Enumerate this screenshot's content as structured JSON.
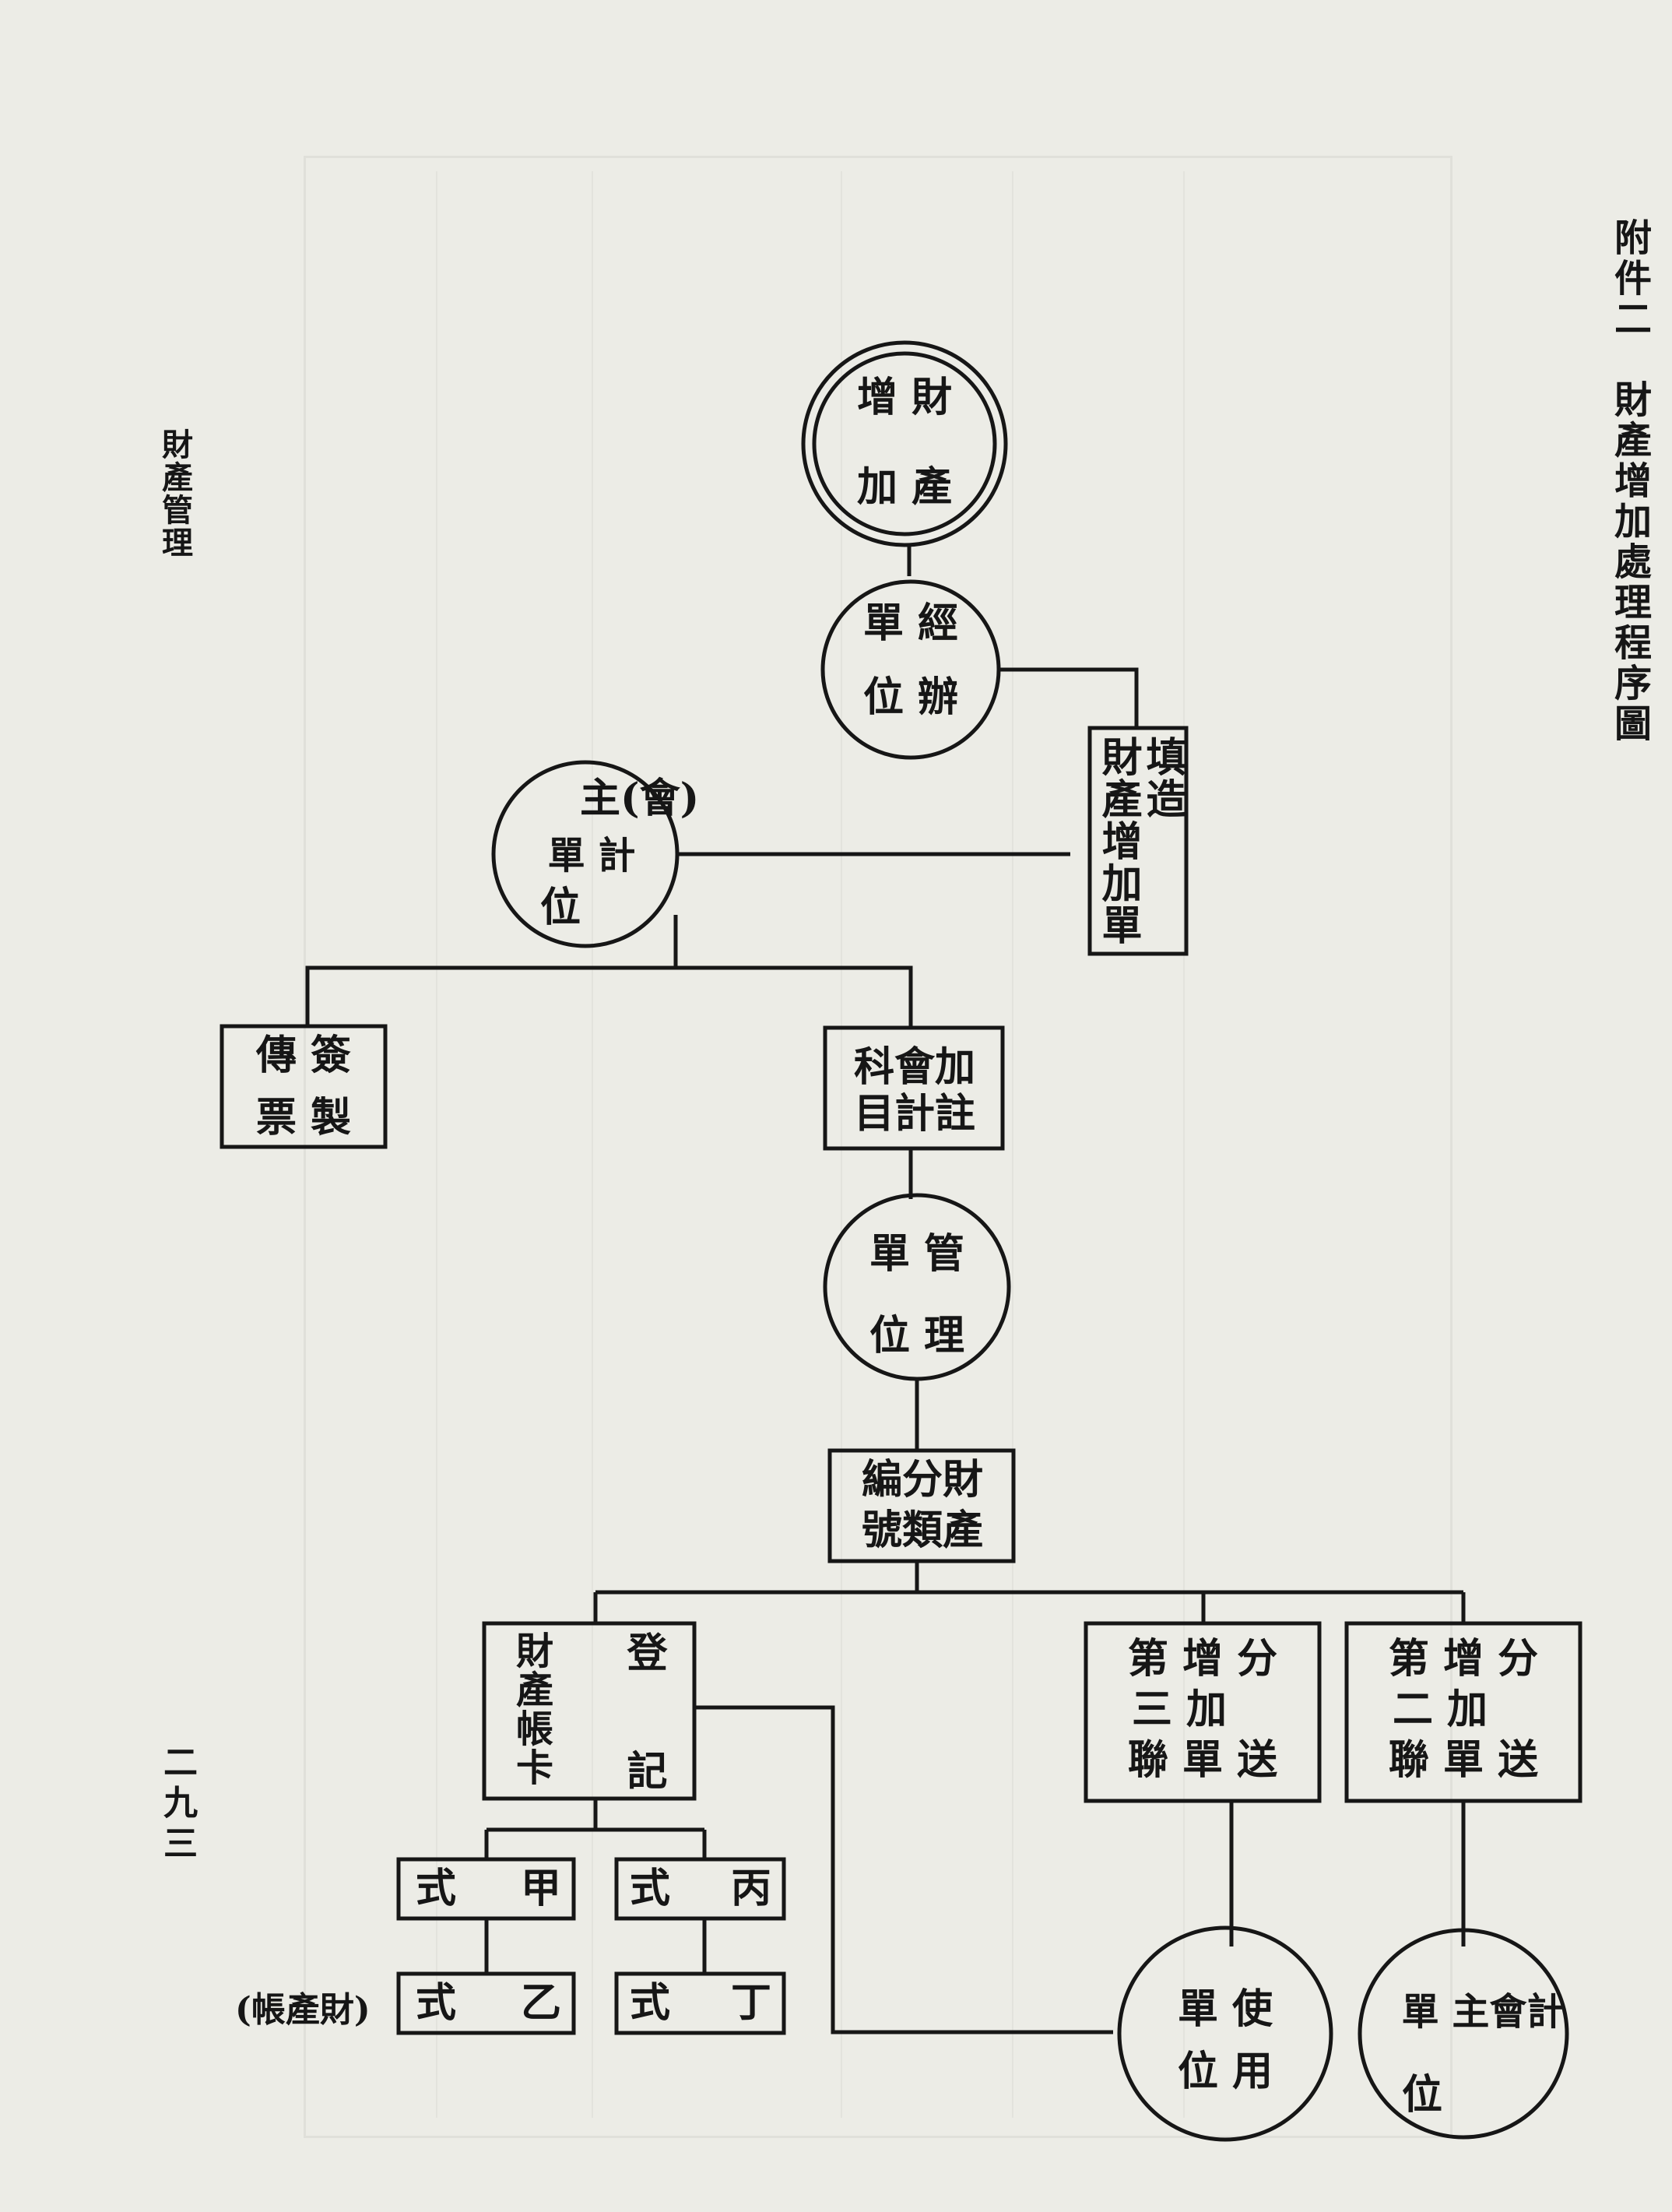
{
  "side_title": "附件二　財產增加處理程序圖",
  "left_header": "財產管理",
  "page_number": "二九三",
  "nodes": {
    "property_increase": {
      "line1": "增 財",
      "line2": "加 產"
    },
    "handling_unit": {
      "line1": "單 經",
      "line2": "位 辦"
    },
    "fill_form": {
      "col1": "填造",
      "col2": "財產增加單"
    },
    "accounting_unit": {
      "line1": "主(會)",
      "line2": "單 計",
      "line3": "位"
    },
    "sign_voucher": {
      "line1": "傳 簽",
      "line2": "票 製"
    },
    "accounting_subject": {
      "line1": "科會加",
      "line2": "目計註"
    },
    "management_unit": {
      "line1": "單 管",
      "line2": "位 理"
    },
    "classify_number": {
      "line1": "編分財",
      "line2": "號類產"
    },
    "register_card": {
      "right": "登記",
      "left": "財產帳卡"
    },
    "send_third": {
      "line1": "第 增 分",
      "line2": "三 加",
      "line3": "聯 單 送"
    },
    "send_second": {
      "line1": "第 增 分",
      "line2": "二 加",
      "line3": "聯 單 送"
    },
    "form_jia": {
      "left": "式",
      "right": "甲"
    },
    "form_bing": {
      "left": "式",
      "right": "丙"
    },
    "form_yi": {
      "left": "式",
      "right": "乙"
    },
    "form_ding": {
      "left": "式",
      "right": "丁"
    },
    "ledger_note": "(帳產財)",
    "user_unit": {
      "line1": "單 使",
      "line2": "位 用"
    },
    "accounting_unit_final": {
      "line1": "單 主會計",
      "line2": "位"
    }
  }
}
